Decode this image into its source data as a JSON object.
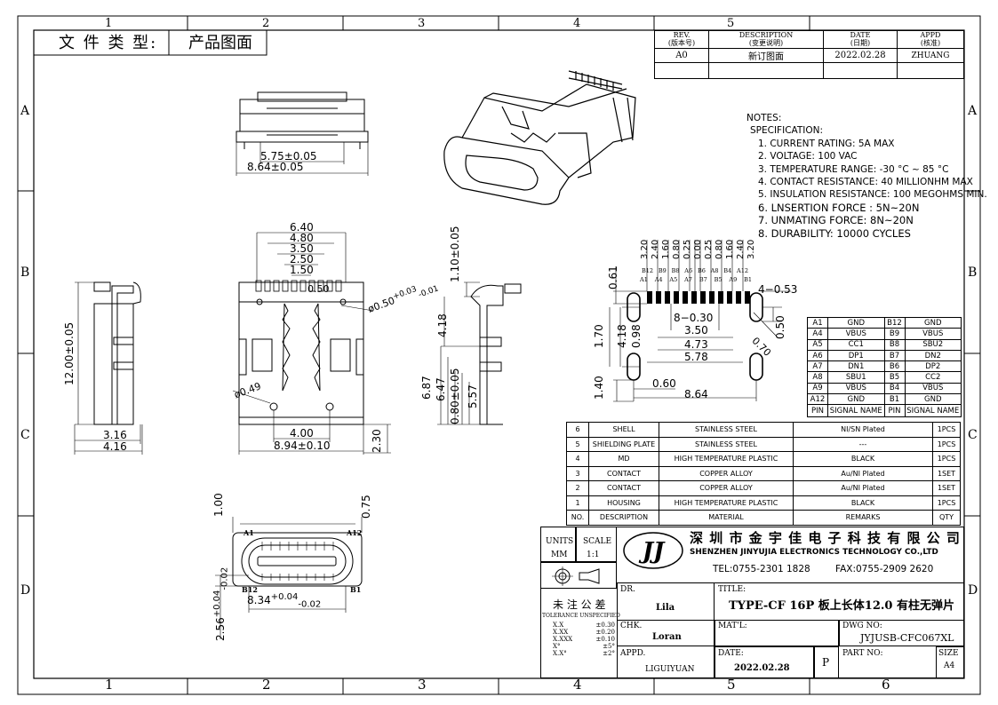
{
  "header": {
    "file_type_label": "文 件 类 型:",
    "file_type_value": "产品图面"
  },
  "grid": {
    "columns": [
      "1",
      "2",
      "3",
      "4",
      "5",
      "6"
    ],
    "rows": [
      "A",
      "B",
      "C",
      "D"
    ]
  },
  "revision": {
    "headers": [
      {
        "en": "REV.",
        "cn": "(版本号)"
      },
      {
        "en": "DESCRIPTION",
        "cn": "(变更说明)"
      },
      {
        "en": "DATE",
        "cn": "(日期)"
      },
      {
        "en": "APPD",
        "cn": "(核准)"
      }
    ],
    "row": [
      "A0",
      "新订图面",
      "2022.02.28",
      "ZHUANG"
    ]
  },
  "notes": {
    "title": "NOTES:",
    "spec_title": "SPECIFICATION:",
    "items": [
      "1. CURRENT RATING: 5A MAX",
      "2. VOLTAGE: 100 VAC",
      "3. TEMPERATURE RANGE: -30 °C ~ 85 °C",
      "4. CONTACT RESISTANCE: 40 MILLIONHM MAX",
      "5. INSULATION RESISTANCE: 100 MEGOHMS MIN.",
      "6. LNSERTION FORCE : 5N~20N",
      "7. UNMATING FORCE: 8N~20N",
      "8. DURABILITY: 10000 CYCLES"
    ]
  },
  "pin_table": {
    "rows": [
      [
        "A1",
        "GND",
        "B12",
        "GND"
      ],
      [
        "A4",
        "VBUS",
        "B9",
        "VBUS"
      ],
      [
        "A5",
        "CC1",
        "B8",
        "SBU2"
      ],
      [
        "A6",
        "DP1",
        "B7",
        "DN2"
      ],
      [
        "A7",
        "DN1",
        "B6",
        "DP2"
      ],
      [
        "A8",
        "SBU1",
        "B5",
        "CC2"
      ],
      [
        "A9",
        "VBUS",
        "B4",
        "VBUS"
      ],
      [
        "A12",
        "GND",
        "B1",
        "GND"
      ]
    ],
    "header": [
      "PIN",
      "SIGNAL NAME",
      "PIN",
      "SIGNAL NAME"
    ]
  },
  "bom": {
    "rows": [
      [
        "6",
        "SHELL",
        "STAINLESS STEEL",
        "NI/SN  Plated",
        "1PCS"
      ],
      [
        "5",
        "SHIELDING PLATE",
        "STAINLESS STEEL",
        "---",
        "1PCS"
      ],
      [
        "4",
        "MD",
        "HIGH TEMPERATURE PLASTIC",
        "BLACK",
        "1PCS"
      ],
      [
        "3",
        "CONTACT",
        "COPPER ALLOY",
        "Au/NI Plated",
        "1SET"
      ],
      [
        "2",
        "CONTACT",
        "COPPER ALLOY",
        "Au/NI Plated",
        "1SET"
      ],
      [
        "1",
        "HOUSING",
        "HIGH TEMPERATURE PLASTIC",
        "BLACK",
        "1PCS"
      ]
    ],
    "header": [
      "NO.",
      "DESCRIPTION",
      "MATERIAL",
      "REMARKS",
      "QTY"
    ]
  },
  "title_block": {
    "units_label": "UNITS",
    "units_value": "MM",
    "scale_label": "SCALE",
    "scale_value": "1:1",
    "logo_text": "JJ",
    "company_cn": "深 圳 市 金 宇 佳 电 子 科 技 有 限 公 司",
    "company_en": "SHENZHEN  JINYUJIA  ELECTRONICS TECHNOLOGY CO.,LTD",
    "tel": "TEL:0755-2301 1828",
    "fax": "FAX:0755-2909 2620",
    "tolerance_cn": "未 注 公 差",
    "tolerance_en": "TOLERANCE UNSPECIFIED",
    "tolerances": [
      [
        "X.X",
        "±0.30"
      ],
      [
        "X.XX",
        "±0.20"
      ],
      [
        "X.XXX",
        "±0.10"
      ],
      [
        "X°",
        "±5°"
      ],
      [
        "X.X°",
        "±2°"
      ]
    ],
    "dr_label": "DR.",
    "dr_value": "Lila",
    "chk_label": "CHK.",
    "chk_value": "Loran",
    "appd_label": "APPD.",
    "appd_value": "LIGUIYUAN",
    "title_label": "TITLE:",
    "title_value": "TYPE-CF 16P 板上长体12.0 有柱无弹片",
    "matl_label": "MAT'L:",
    "dwg_label": "DWG NO:",
    "dwg_value": "JYJUSB-CFC067XL",
    "date_label": "DATE:",
    "date_value": "2022.02.28",
    "p_label": "P",
    "part_label": "PART NO:",
    "size_label": "SIZE",
    "size_value": "A4"
  },
  "dims": {
    "top_575": "5.75±0.05",
    "top_864": "8.64±0.05",
    "w640": "6.40",
    "w480": "4.80",
    "w350": "3.50",
    "w250": "2.50",
    "w150": "1.50",
    "w050": "0.50",
    "hole": "ø0.50",
    "hole_tol_up": "+0.03",
    "hole_tol_dn": "-0.01",
    "d049": "ø0.49",
    "w400": "4.00",
    "w894": "8.94±0.10",
    "h230": "2.30",
    "h1200": "12.00±0.05",
    "w316": "3.16",
    "w416": "4.16",
    "s110": "1.10±0.05",
    "s418": "4.18",
    "s687": "6.87",
    "s647": "6.47",
    "s080": "0.80±0.05",
    "s557": "5.57",
    "f100": "1.00",
    "f075": "0.75",
    "f834": "8.34",
    "f834_up": "+0.04",
    "f834_dn": "-0.02",
    "f256": "2.56",
    "f256_up": "+0.04",
    "f256_dn": "-0.02",
    "f_a1": "A1",
    "f_a12": "A12",
    "f_b12": "B12",
    "f_b1": "B1",
    "p_top": [
      "3.20",
      "2.40",
      "1.60",
      "0.80",
      "0.25",
      "0.00",
      "0.25",
      "0.80",
      "1.60",
      "2.40",
      "3.20"
    ],
    "p_pins_top": [
      "B12",
      "B9",
      "B8",
      "A6",
      "B6",
      "A8",
      "B4",
      "A12"
    ],
    "p_pins_bot": [
      "A1",
      "A4",
      "A5",
      "A7",
      "B7",
      "B5",
      "A9",
      "B1"
    ],
    "p061": "0.61",
    "p4x053": "4−0.53",
    "p8x030": "8−0.30",
    "p350": "3.50",
    "p473": "4.73",
    "p578": "5.78",
    "p098": "0.98",
    "p418": "4.18",
    "p170": "1.70",
    "p070": "0.70",
    "p050": "0.50",
    "p060": "0.60",
    "p864": "8.64",
    "p140": "1.40"
  }
}
